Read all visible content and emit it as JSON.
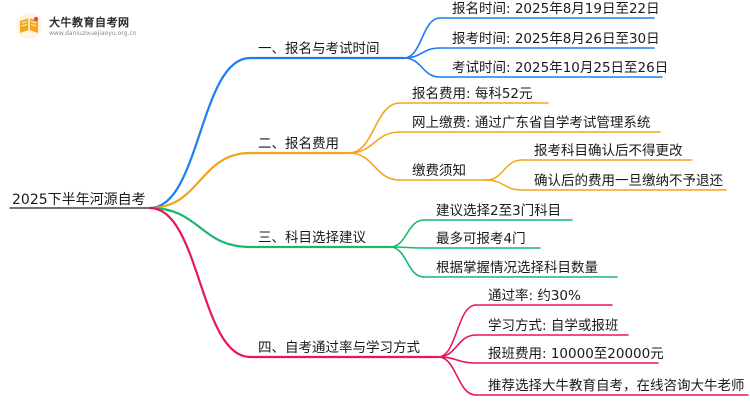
{
  "logo": {
    "title": "大牛教育自考网",
    "url": "www.daniuzixuejiaoyu.org.cn"
  },
  "root": "2025下半年河源自考",
  "branches": [
    {
      "label": "一、报名与考试时间",
      "color": "#1e7ef0",
      "children": [
        {
          "label": "报名时间: 2025年8月19日至22日"
        },
        {
          "label": "报考时间: 2025年8月26日至30日"
        },
        {
          "label": "考试时间: 2025年10月25日至26日"
        }
      ]
    },
    {
      "label": "二、报名费用",
      "color": "#f2a51a",
      "children": [
        {
          "label": "报名费用: 每科52元"
        },
        {
          "label": "网上缴费: 通过广东省自学考试管理系统"
        },
        {
          "label": "缴费须知",
          "children": [
            {
              "label": "报考科目确认后不得更改"
            },
            {
              "label": "确认后的费用一旦缴纳不予退还"
            }
          ]
        }
      ]
    },
    {
      "label": "三、科目选择建议",
      "color": "#19b86e",
      "children": [
        {
          "label": "建议选择2至3门科目"
        },
        {
          "label": "最多可报考4门"
        },
        {
          "label": "根据掌握情况选择科目数量"
        }
      ]
    },
    {
      "label": "四、自考通过率与学习方式",
      "color": "#e8175d",
      "children": [
        {
          "label": "通过率: 约30%"
        },
        {
          "label": "学习方式: 自学或报班"
        },
        {
          "label": "报班费用: 10000至20000元"
        },
        {
          "label": "推荐选择大牛教育自考，在线咨询大牛老师"
        }
      ]
    }
  ]
}
